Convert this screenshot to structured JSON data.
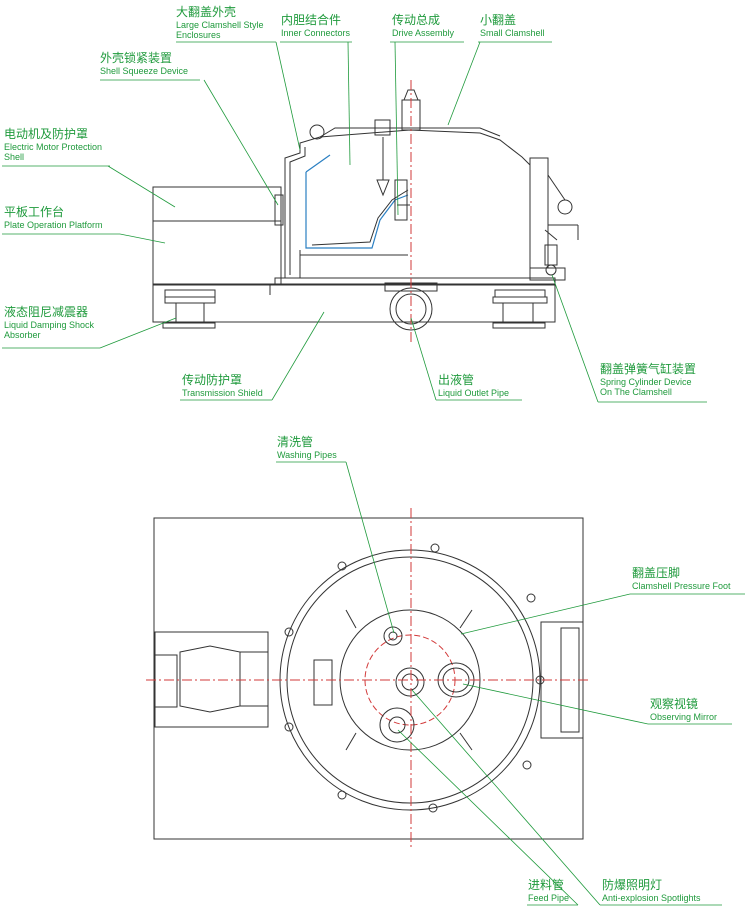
{
  "labels": {
    "clamshell_large": {
      "zh": "大翻盖外壳",
      "en1": "Large Clamshell Style",
      "en2": "Enclosures"
    },
    "inner_connectors": {
      "zh": "内胆结合件",
      "en1": "Inner Connectors"
    },
    "drive_assembly": {
      "zh": "传动总成",
      "en1": "Drive Assembly"
    },
    "small_clamshell": {
      "zh": "小翻盖",
      "en1": "Small Clamshell"
    },
    "shell_squeeze": {
      "zh": "外壳锁紧装置",
      "en1": "Shell Squeeze Device"
    },
    "motor_shell": {
      "zh": "电动机及防护罩",
      "en1": "Electric Motor Protection",
      "en2": "Shell"
    },
    "plate_platform": {
      "zh": "平板工作台",
      "en1": "Plate Operation Platform"
    },
    "damping": {
      "zh": "液态阻尼减震器",
      "en1": "Liquid Damping Shock",
      "en2": "Absorber"
    },
    "transmission_shield": {
      "zh": "传动防护罩",
      "en1": "Transmission Shield"
    },
    "liquid_outlet": {
      "zh": "出液管",
      "en1": "Liquid Outlet Pipe"
    },
    "spring_cylinder": {
      "zh": "翻盖弹簧气缸装置",
      "en1": "Spring Cylinder Device",
      "en2": "On The Clamshell"
    },
    "washing_pipes": {
      "zh": "清洗管",
      "en1": "Washing Pipes"
    },
    "pressure_foot": {
      "zh": "翻盖压脚",
      "en1": "Clamshell Pressure Foot"
    },
    "observing_mirror": {
      "zh": "观察视镜",
      "en1": "Observing Mirror"
    },
    "feed_pipe": {
      "zh": "进料管",
      "en1": "Feed Pipe"
    },
    "spotlights": {
      "zh": "防爆照明灯",
      "en1": "Anti-explosion Spotlights"
    }
  },
  "colors": {
    "label": "#1f9a3c",
    "line": "#333333",
    "center": "#d23a3a",
    "inner": "#2a7fc2"
  }
}
